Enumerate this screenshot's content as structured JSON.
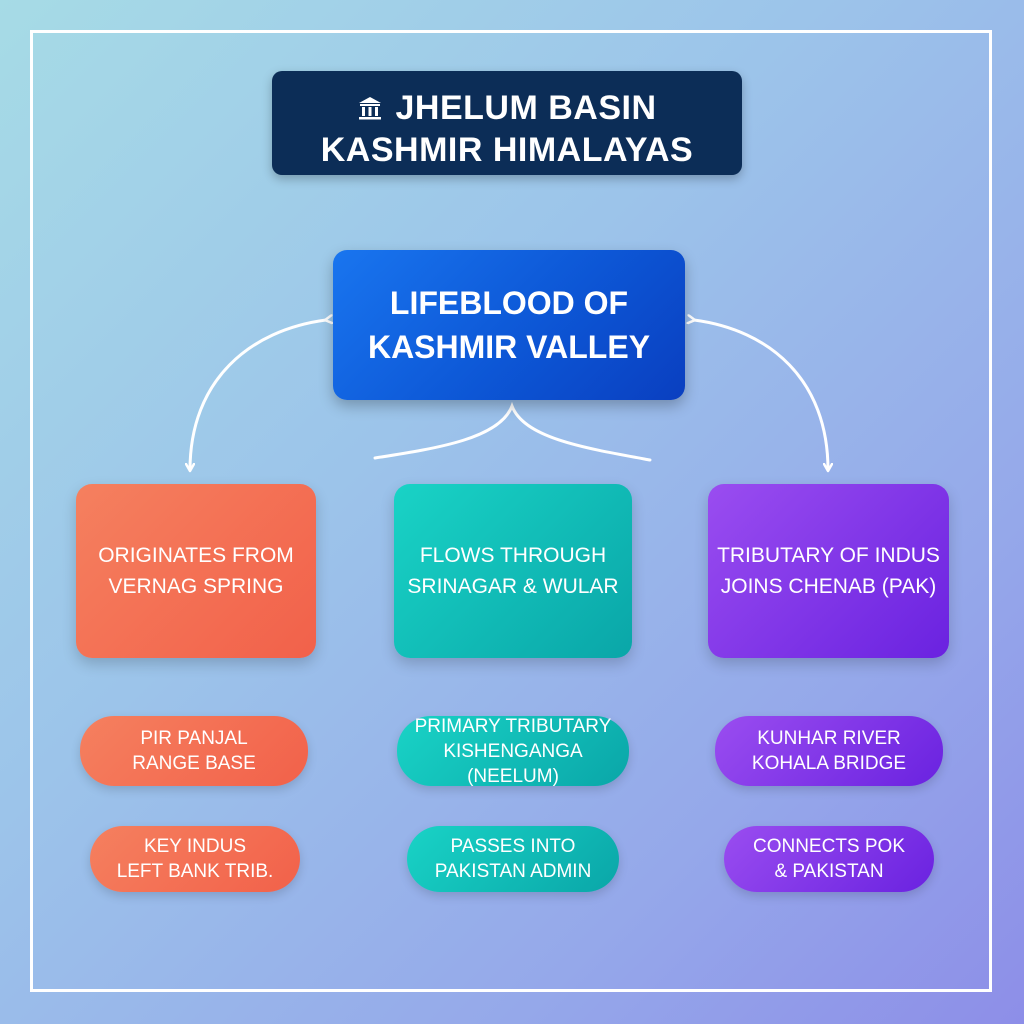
{
  "header": {
    "icon": "building-columns-icon",
    "line1": "JHELUM BASIN",
    "line2": "KASHMIR HIMALAYAS"
  },
  "center": {
    "line1": "LIFEBLOOD OF",
    "line2": "KASHMIR VALLEY"
  },
  "columns": [
    {
      "color": "#f2614a",
      "card": {
        "line1": "ORIGINATES FROM",
        "line2": "VERNAG SPRING"
      },
      "pill1": {
        "line1": "PIR PANJAL",
        "line2": "RANGE BASE"
      },
      "pill2": {
        "line1": "KEY INDUS",
        "line2": "LEFT BANK TRIB."
      }
    },
    {
      "color": "#0aa6a8",
      "card": {
        "line1": "FLOWS THROUGH",
        "line2": "SRINAGAR & WULAR"
      },
      "pill1": {
        "line1": "PRIMARY TRIBUTARY",
        "line2": "KISHENGANGA (NEELUM)"
      },
      "pill2": {
        "line1": "PASSES INTO",
        "line2": "PAKISTAN ADMIN"
      }
    },
    {
      "color": "#6a22e0",
      "card": {
        "line1": "TRIBUTARY OF INDUS",
        "line2": "JOINS CHENAB (PAK)"
      },
      "pill1": {
        "line1": "KUNHAR RIVER",
        "line2": "KOHALA BRIDGE"
      },
      "pill2": {
        "line1": "CONNECTS POK",
        "line2": "& PAKISTAN"
      }
    }
  ],
  "colors": {
    "header_bg": "#0c2d57",
    "center_bg": "#0d57d6",
    "frame": "#ffffff"
  }
}
